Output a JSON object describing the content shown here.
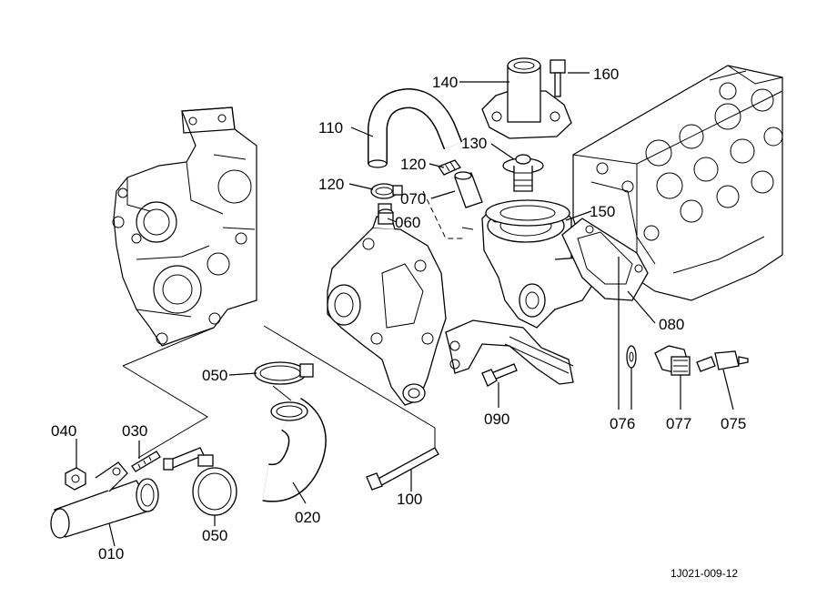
{
  "diagram": {
    "reference_code": "1J021-009-12",
    "parts": [
      {
        "id": "010",
        "label": "010"
      },
      {
        "id": "020",
        "label": "020"
      },
      {
        "id": "030",
        "label": "030"
      },
      {
        "id": "040",
        "label": "040"
      },
      {
        "id": "050a",
        "label": "050"
      },
      {
        "id": "050b",
        "label": "050"
      },
      {
        "id": "060",
        "label": "060"
      },
      {
        "id": "070",
        "label": "070"
      },
      {
        "id": "075",
        "label": "075"
      },
      {
        "id": "076",
        "label": "076"
      },
      {
        "id": "077",
        "label": "077"
      },
      {
        "id": "080",
        "label": "080"
      },
      {
        "id": "090",
        "label": "090"
      },
      {
        "id": "100",
        "label": "100"
      },
      {
        "id": "110",
        "label": "110"
      },
      {
        "id": "120a",
        "label": "120"
      },
      {
        "id": "120b",
        "label": "120"
      },
      {
        "id": "130",
        "label": "130"
      },
      {
        "id": "140",
        "label": "140"
      },
      {
        "id": "150",
        "label": "150"
      },
      {
        "id": "160",
        "label": "160"
      }
    ]
  }
}
